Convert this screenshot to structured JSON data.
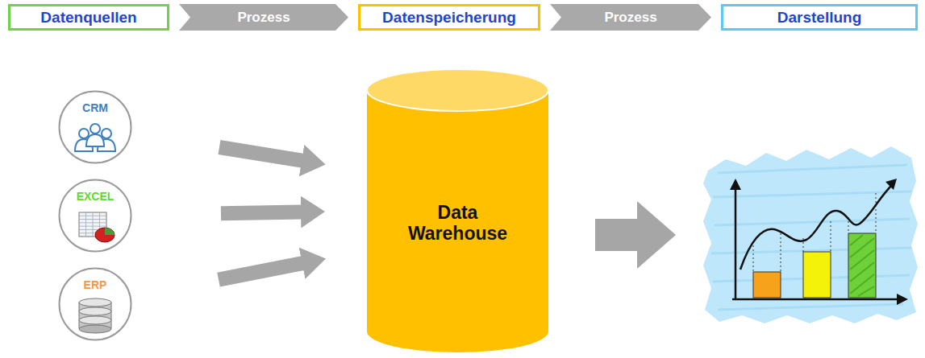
{
  "diagram": {
    "nodes": [
      {
        "text": [
          "Datenquellen"
        ]
      },
      {
        "text": [
          "Prozess"
        ]
      },
      {
        "text": [
          "Datenspeicherung"
        ]
      },
      {
        "text": [
          "Prozess"
        ]
      },
      {
        "text": [
          "Darstellung"
        ]
      },
      {
        "text": [
          "CRM"
        ]
      },
      {
        "text": [
          "EXCEL"
        ]
      },
      {
        "text": [
          "ERP"
        ]
      },
      {
        "text": [
          "Data Warehouse"
        ]
      }
    ],
    "edges": [
      {
        "from": 5,
        "to": 8,
        "arrow": "to"
      },
      {
        "from": 6,
        "to": 8,
        "arrow": "to"
      },
      {
        "from": 7,
        "to": 8,
        "arrow": "to"
      }
    ]
  }
}
